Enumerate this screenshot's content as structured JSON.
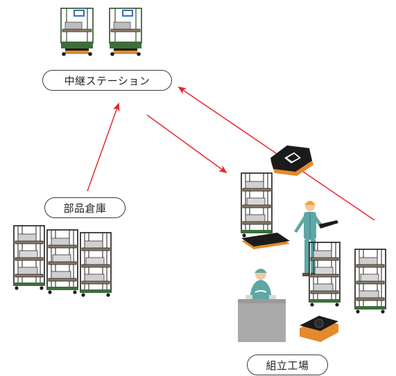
{
  "labels": {
    "relay_station": "中継ステーション",
    "parts_warehouse": "部品倉庫",
    "assembly_plant": "組立工場"
  },
  "colors": {
    "arrow": "#e8262d",
    "cart_frame": "#1a1a1a",
    "cart_base": "#3d6e3a",
    "agv_orange": "#e58a2b",
    "agv_black": "#1b1b1b",
    "worker_teal": "#5fa7a5",
    "helmet": "#f2a23a",
    "desk_gray": "#aaaaaa",
    "label_border": "#3a3a3a"
  },
  "icons": [
    "relay-cart-icon",
    "storage-cart-icon",
    "agv-robot-icon",
    "worker-icon",
    "operator-icon"
  ]
}
